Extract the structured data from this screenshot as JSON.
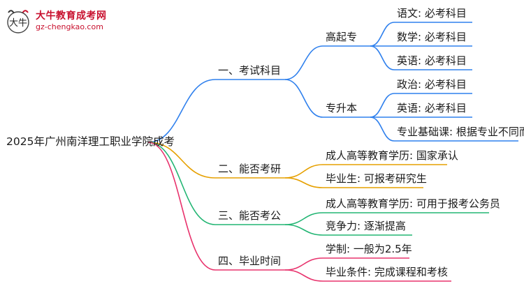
{
  "logo": {
    "brand": "大牛教育成考网",
    "domain": "gz-chengkao.com",
    "emblem_text": "大牛"
  },
  "mindmap": {
    "root": "2025年广州南洋理工职业学院成考",
    "branches": [
      {
        "label": "一、考试科目",
        "color": "#2f80ed",
        "groups": [
          {
            "label": "高起专",
            "items": [
              "语文: 必考科目",
              "数学: 必考科目",
              "英语: 必考科目"
            ]
          },
          {
            "label": "专升本",
            "items": [
              "政治: 必考科目",
              "英语: 必考科目",
              "专业基础课: 根据专业不同而异"
            ]
          }
        ]
      },
      {
        "label": "二、能否考研",
        "color": "#e6a000",
        "items": [
          "成人高等教育学历: 国家承认",
          "毕业生: 可报考研究生"
        ]
      },
      {
        "label": "三、能否考公",
        "color": "#22b573",
        "items": [
          "成人高等教育学历: 可用于报考公务员",
          "竞争力: 逐渐提高"
        ]
      },
      {
        "label": "四、毕业时间",
        "color": "#e8336d",
        "items": [
          "学制: 一般为2.5年",
          "毕业条件: 完成课程和考核"
        ]
      }
    ]
  }
}
